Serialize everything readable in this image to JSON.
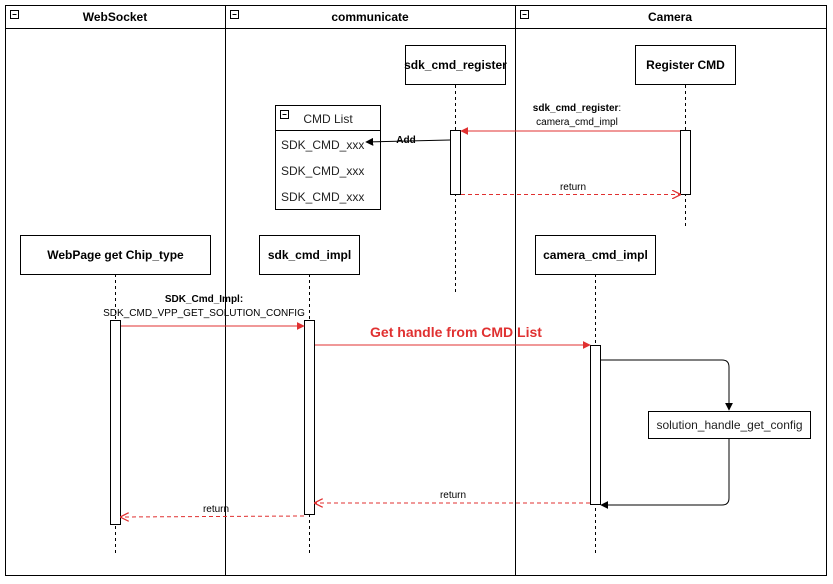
{
  "lanes": {
    "websocket": "WebSocket",
    "communicate": "communicate",
    "camera": "Camera"
  },
  "participants": {
    "sdk_cmd_register": "sdk_cmd_register",
    "register_cmd": "Register CMD",
    "webpage": "WebPage get Chip_type",
    "sdk_cmd_impl": "sdk_cmd_impl",
    "camera_cmd_impl": "camera_cmd_impl",
    "solution_handle": "solution_handle_get_config"
  },
  "cmd_list": {
    "title": "CMD List",
    "items": [
      "SDK_CMD_xxx",
      "SDK_CMD_xxx",
      "SDK_CMD_xxx"
    ]
  },
  "messages": {
    "register_name": "sdk_cmd_register",
    "register_colon": ":",
    "register_arg": "camera_cmd_impl",
    "add": "Add",
    "return_register": "return",
    "impl_name": "SDK_Cmd_Impl:",
    "impl_arg": "SDK_CMD_VPP_GET_SOLUTION_CONFIG",
    "get_handle": "Get handle from CMD List",
    "return_camera": "return",
    "return_webpage": "return"
  },
  "colors": {
    "line": "#000000",
    "message": "#e03030"
  },
  "icons": {
    "lane_collapse": "minus-box-icon"
  }
}
